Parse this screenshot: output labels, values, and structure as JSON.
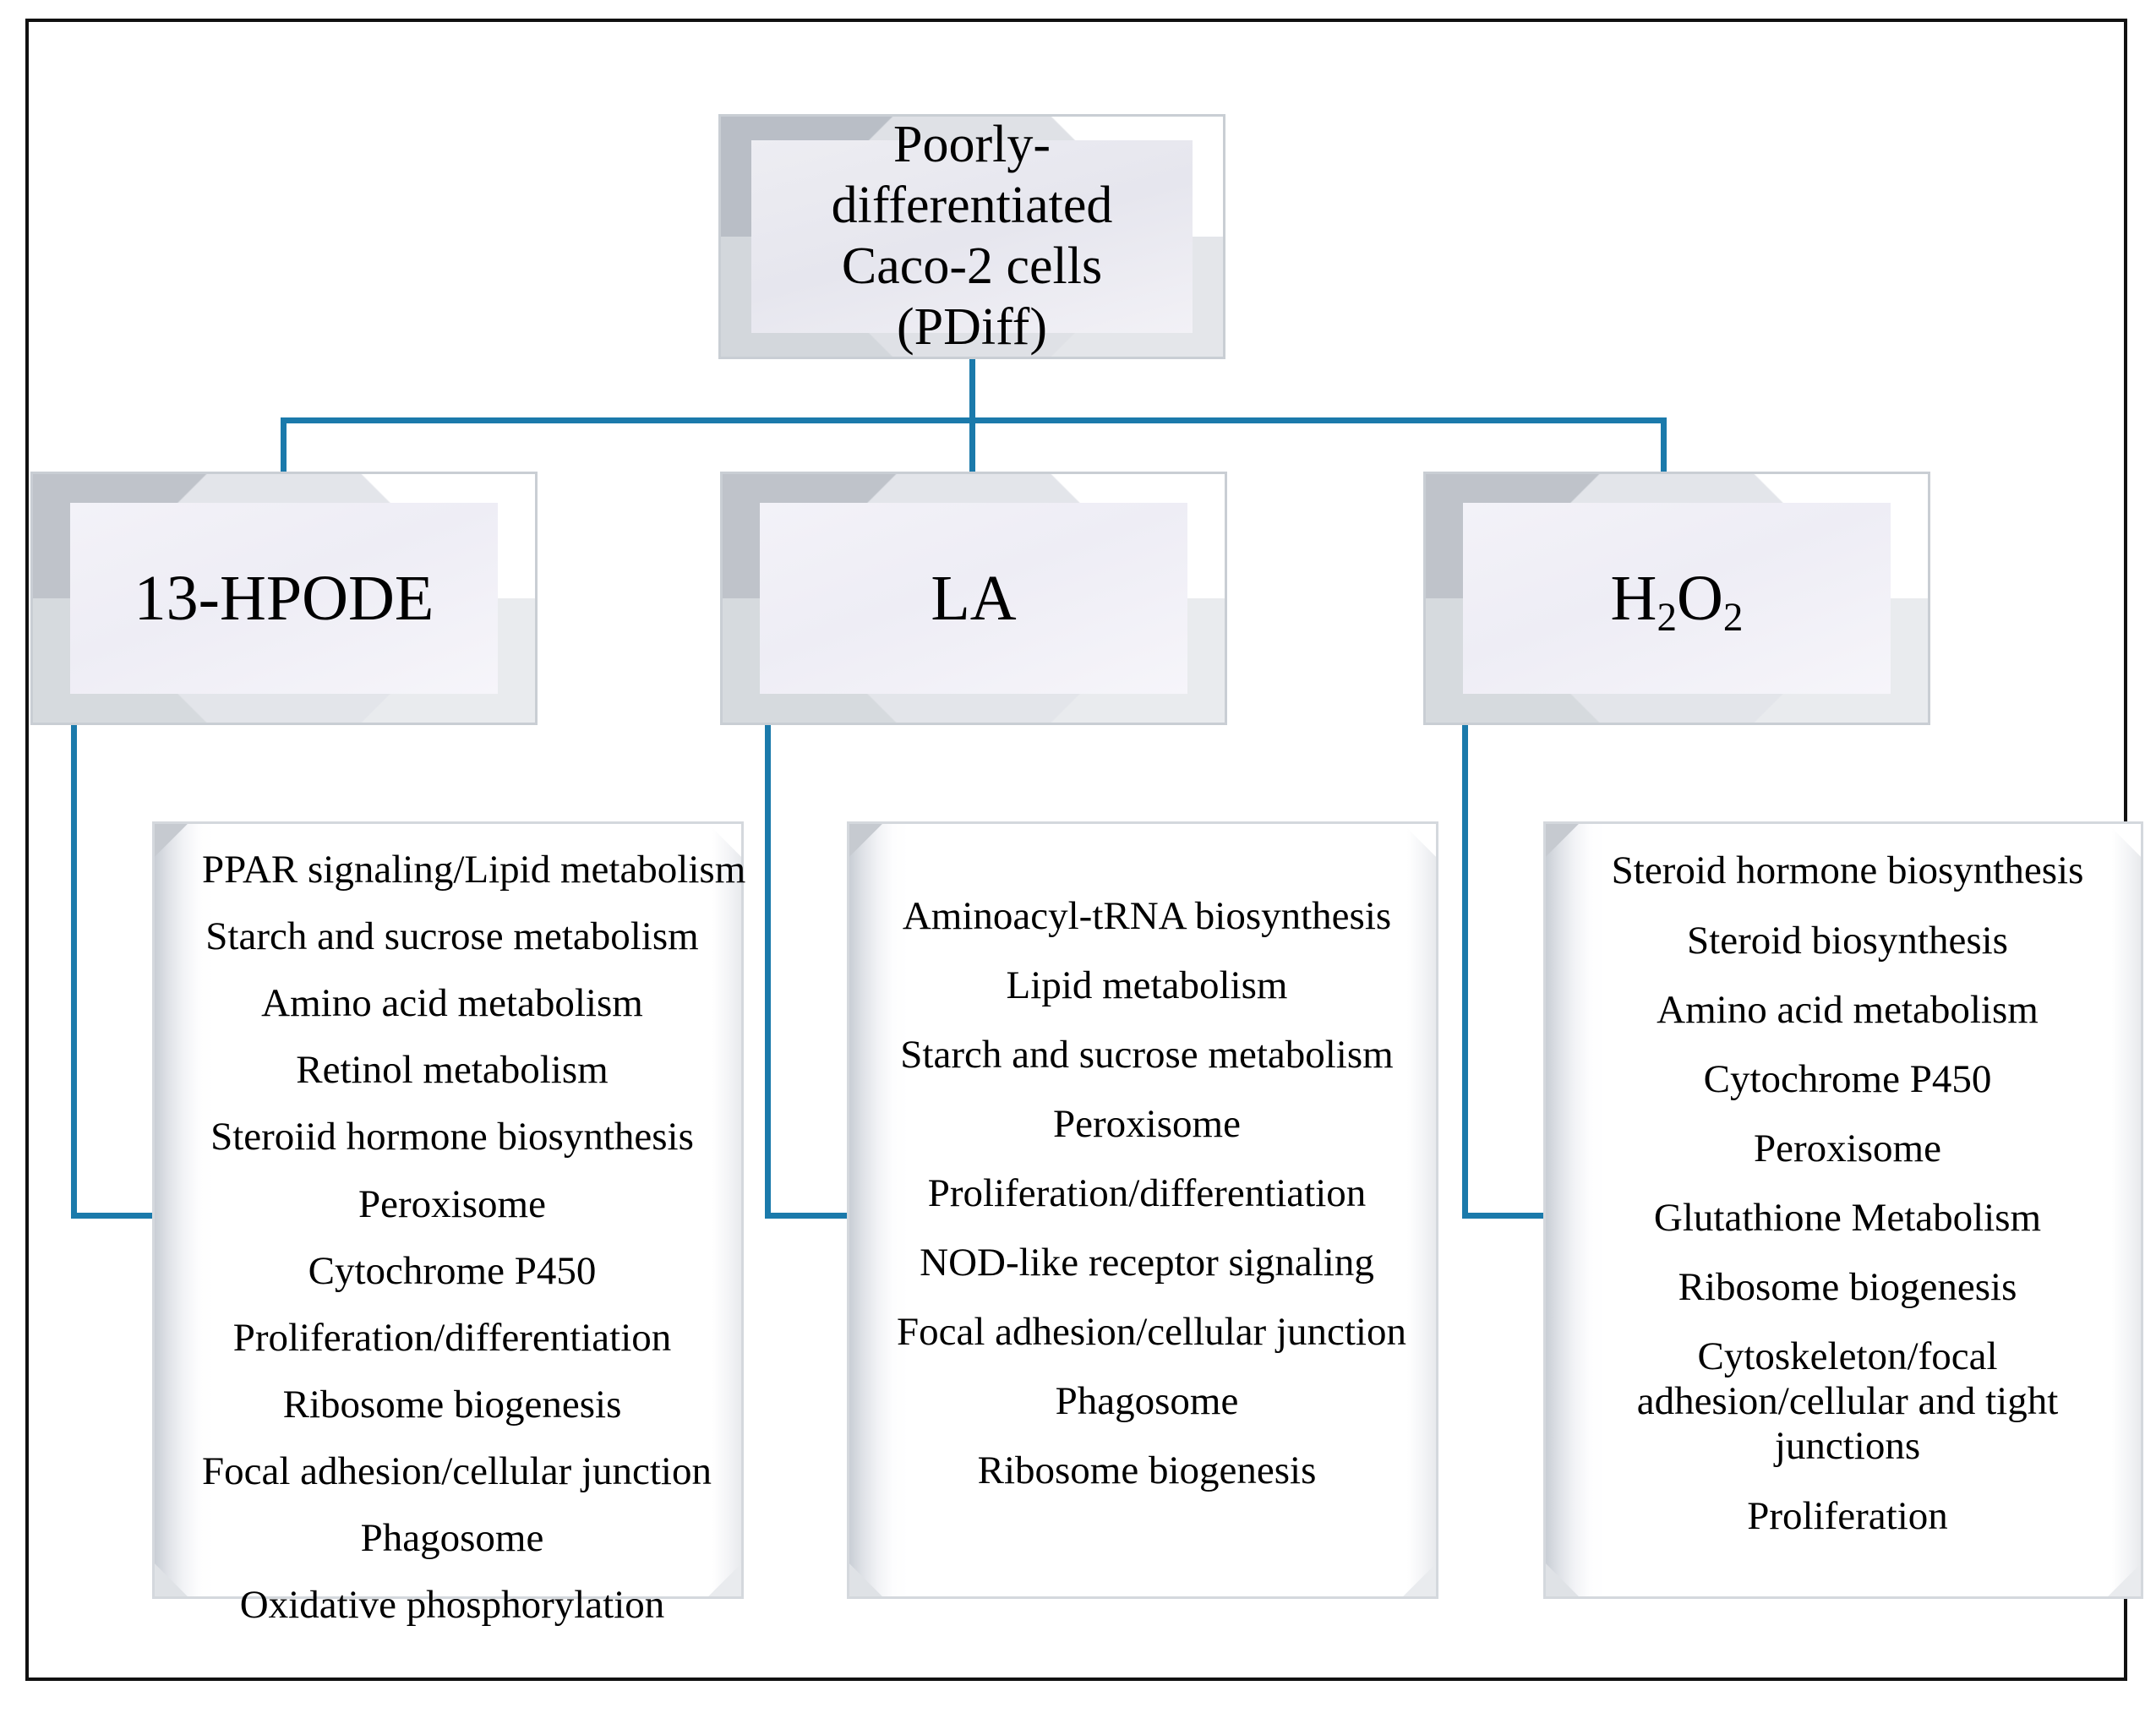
{
  "figure": {
    "source_box": {
      "line1": "Poorly-differentiated",
      "line2": "Caco-2 cells (PDiff)"
    },
    "treatments": [
      {
        "id": "hpode",
        "label": "13-HPODE",
        "label_plain": "13-HPODE"
      },
      {
        "id": "la",
        "label": "LA",
        "label_plain": "LA"
      },
      {
        "id": "h2o2",
        "label_base": "H",
        "label_sub1": "2",
        "label_mid": "O",
        "label_sub2": "2",
        "label_plain": "H2O2"
      }
    ],
    "pathway_lists": {
      "hpode": [
        "PPAR signaling/Lipid metabolism",
        "Starch and sucrose metabolism",
        "Amino acid metabolism",
        "Retinol metabolism",
        "Steroiid hormone biosynthesis",
        "Peroxisome",
        "Cytochrome P450",
        "Proliferation/differentiation",
        "Ribosome biogenesis",
        "Focal adhesion/cellular junction",
        "Phagosome",
        "Oxidative phosphorylation"
      ],
      "la": [
        "Aminoacyl-tRNA biosynthesis",
        "Lipid metabolism",
        "Starch and sucrose metabolism",
        "Peroxisome",
        "Proliferation/differentiation",
        "NOD-like receptor signaling",
        "Focal adhesion/cellular junction",
        "Phagosome",
        "Ribosome biogenesis"
      ],
      "h2o2": [
        "Steroid hormone biosynthesis",
        "Steroid biosynthesis",
        "Amino acid metabolism",
        "Cytochrome P450",
        "Peroxisome",
        "Glutathione Metabolism",
        "Ribosome biogenesis",
        "Cytoskeleton/focal adhesion/cellular and tight junctions",
        "Proliferation"
      ]
    },
    "colors": {
      "connector": "#1b7aab",
      "frame_border": "#111111",
      "box_face": "#eeedf5",
      "box_bevel_dark": "#bfc3ca"
    }
  }
}
